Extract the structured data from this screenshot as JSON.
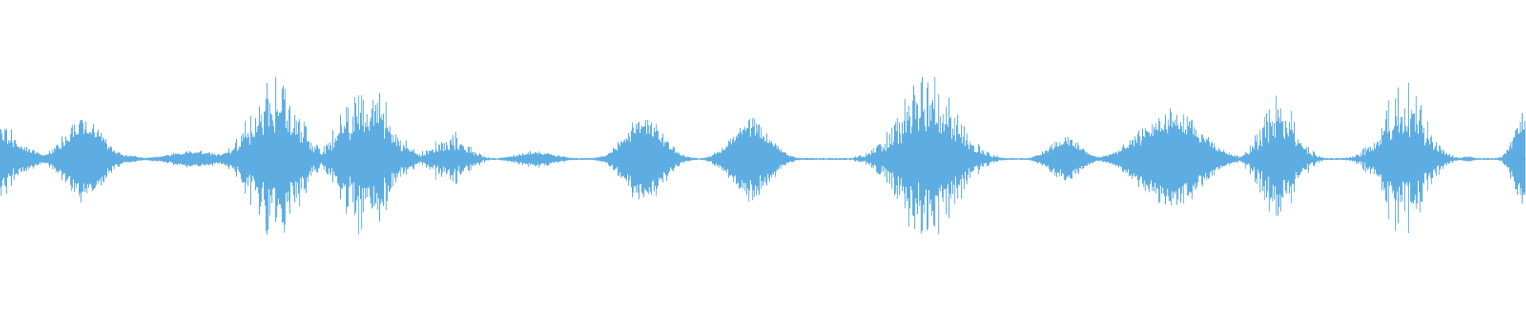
{
  "waveform": {
    "color": "#5dade2",
    "background": "#ffffff",
    "bursts": [
      {
        "pos": 0.0,
        "width": 0.012,
        "amp": 0.32,
        "style": "spiky"
      },
      {
        "pos": 0.007,
        "width": 0.025,
        "amp": 0.1,
        "style": "smooth"
      },
      {
        "pos": 0.055,
        "width": 0.022,
        "amp": 0.26,
        "style": "smooth"
      },
      {
        "pos": 0.075,
        "width": 0.02,
        "amp": 0.04,
        "style": "smooth"
      },
      {
        "pos": 0.128,
        "width": 0.03,
        "amp": 0.05,
        "style": "smooth"
      },
      {
        "pos": 0.18,
        "width": 0.028,
        "amp": 0.45,
        "style": "spiky"
      },
      {
        "pos": 0.2,
        "width": 0.02,
        "amp": 0.06,
        "style": "smooth"
      },
      {
        "pos": 0.24,
        "width": 0.028,
        "amp": 0.45,
        "style": "spiky"
      },
      {
        "pos": 0.295,
        "width": 0.02,
        "amp": 0.16,
        "style": "spiky"
      },
      {
        "pos": 0.352,
        "width": 0.022,
        "amp": 0.05,
        "style": "smooth"
      },
      {
        "pos": 0.422,
        "width": 0.022,
        "amp": 0.26,
        "style": "smooth"
      },
      {
        "pos": 0.492,
        "width": 0.022,
        "amp": 0.24,
        "style": "smooth"
      },
      {
        "pos": 0.608,
        "width": 0.032,
        "amp": 0.48,
        "style": "spiky"
      },
      {
        "pos": 0.698,
        "width": 0.018,
        "amp": 0.14,
        "style": "smooth"
      },
      {
        "pos": 0.767,
        "width": 0.034,
        "amp": 0.3,
        "style": "smooth"
      },
      {
        "pos": 0.838,
        "width": 0.02,
        "amp": 0.36,
        "style": "spiky"
      },
      {
        "pos": 0.92,
        "width": 0.024,
        "amp": 0.44,
        "style": "spiky"
      },
      {
        "pos": 0.962,
        "width": 0.006,
        "amp": 0.02,
        "style": "smooth"
      },
      {
        "pos": 1.0,
        "width": 0.012,
        "amp": 0.34,
        "style": "smooth"
      }
    ]
  }
}
